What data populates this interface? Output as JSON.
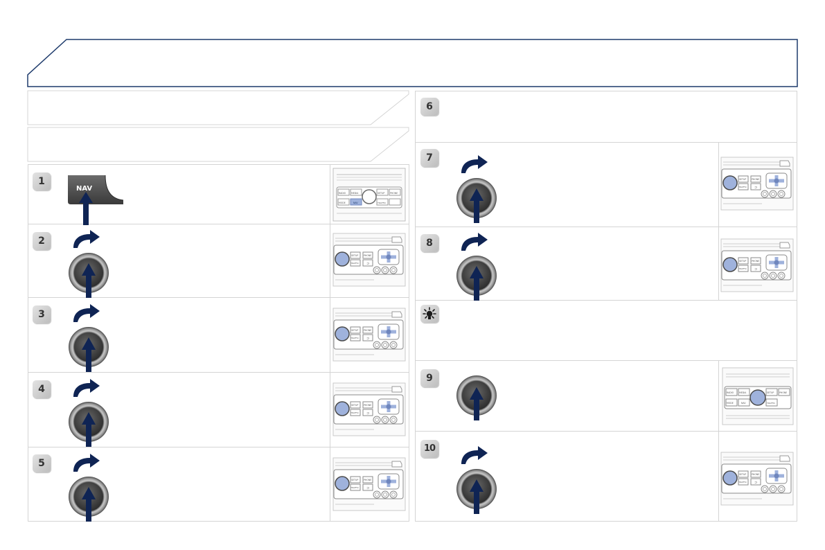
{
  "colors": {
    "frame_stroke": "#1d3a6b",
    "panel_border": "#d4d4d4",
    "arrow_navy": "#0f2454",
    "badge_fill": "#cfcfcf",
    "highlight_blue": "#9fb2dc"
  },
  "header": {
    "title": ""
  },
  "left_column": {
    "banners": [
      {
        "text": ""
      },
      {
        "text": ""
      }
    ],
    "steps": [
      {
        "number": "1",
        "kind": "nav-button",
        "button_label": "NAV",
        "thumbnail": "radio-front-nav"
      },
      {
        "number": "2",
        "kind": "rotate-press",
        "thumbnail": "radio-side-knob"
      },
      {
        "number": "3",
        "kind": "rotate-press",
        "thumbnail": "radio-side-knob"
      },
      {
        "number": "4",
        "kind": "rotate-press",
        "thumbnail": "radio-side-knob"
      },
      {
        "number": "5",
        "kind": "rotate-press",
        "thumbnail": "radio-side-knob"
      }
    ]
  },
  "right_column": {
    "steps": [
      {
        "number": "6",
        "kind": "text-only"
      },
      {
        "number": "7",
        "kind": "rotate-press",
        "thumbnail": "radio-side-knob"
      },
      {
        "number": "8",
        "kind": "rotate-press",
        "thumbnail": "radio-side-knob"
      },
      {
        "number": "tip",
        "kind": "tip",
        "icon": "lightbulb-icon"
      },
      {
        "number": "9",
        "kind": "press",
        "thumbnail": "radio-front-knob"
      },
      {
        "number": "10",
        "kind": "rotate-press",
        "thumbnail": "radio-side-knob"
      }
    ]
  },
  "thumbnail_labels": {
    "front_nav": [
      "RADIO",
      "MEDIA",
      "SETUP",
      "PHONE",
      "MODE",
      "NAV",
      "TRAFFIC"
    ],
    "side_knob": [
      "SETUP",
      "PHONE",
      "TRAFFIC"
    ],
    "front_knob": [
      "RADIO",
      "MEDIA",
      "SETUP",
      "PHONE",
      "MODE",
      "NAV",
      "TRAFFIC"
    ]
  }
}
